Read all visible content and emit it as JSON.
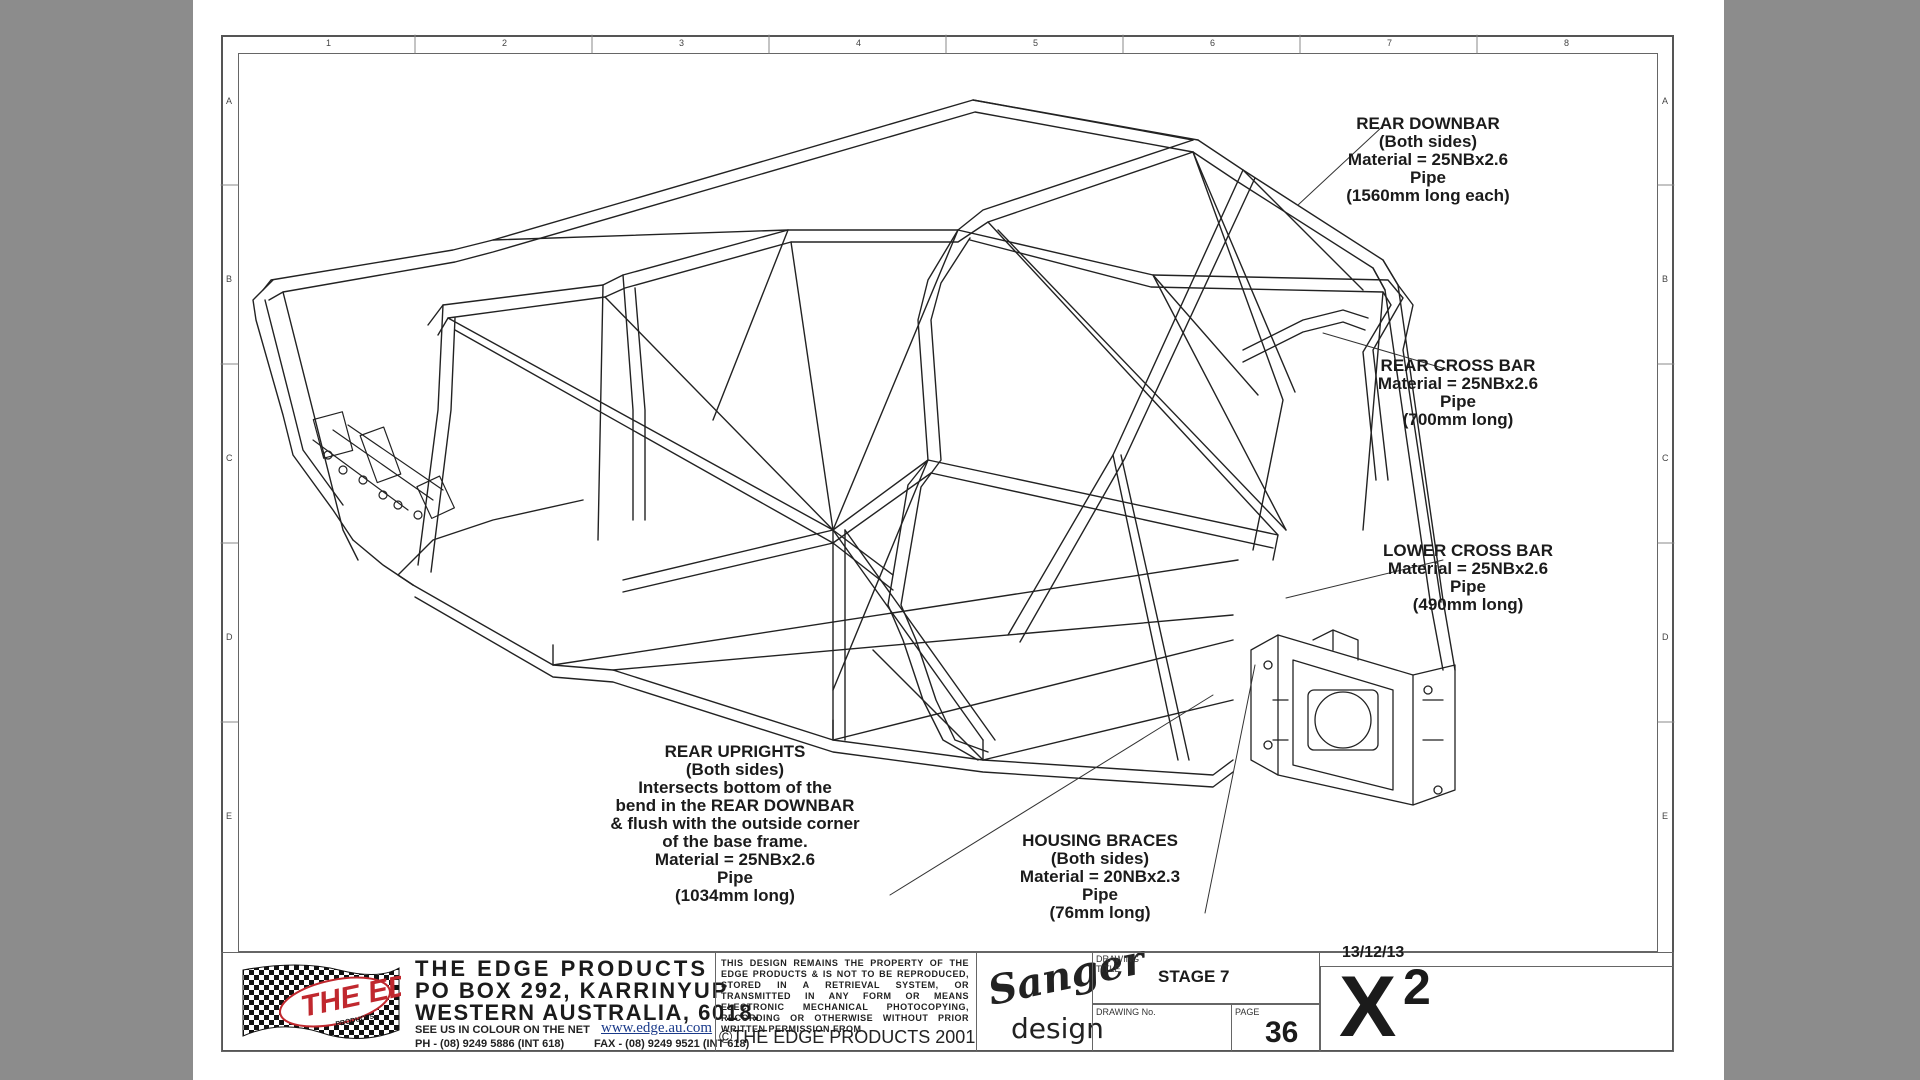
{
  "callouts": {
    "rear_downbar": [
      "REAR DOWNBAR",
      "(Both sides)",
      "Material = 25NBx2.6",
      "Pipe",
      "(1560mm long each)"
    ],
    "rear_cross_bar": [
      "REAR CROSS BAR",
      "Material = 25NBx2.6",
      "Pipe",
      "(700mm long)"
    ],
    "lower_cross_bar": [
      "LOWER CROSS BAR",
      "Material = 25NBx2.6",
      "Pipe",
      "(490mm long)"
    ],
    "rear_uprights": [
      "REAR UPRIGHTS",
      "(Both sides)",
      "Intersects bottom of the",
      "bend in the REAR DOWNBAR",
      "& flush with the outside corner",
      "of the base frame.",
      "Material = 25NBx2.6",
      "Pipe",
      "(1034mm long)"
    ],
    "housing_braces": [
      "HOUSING BRACES",
      "(Both sides)",
      "Material = 20NBx2.3",
      "Pipe",
      "(76mm long)"
    ]
  },
  "ruler": {
    "columns": [
      "1",
      "2",
      "3",
      "4",
      "5",
      "6",
      "7",
      "8"
    ],
    "rows": [
      "A",
      "B",
      "C",
      "D",
      "E"
    ]
  },
  "title_block": {
    "logo_text": "THE EDGE",
    "logo_sub": "PRODUCTS",
    "company_name": "THE EDGE PRODUCTS",
    "address_1": "PO BOX 292, KARRINYUP",
    "address_2": "WESTERN AUSTRALIA, 6018.",
    "see_us": "SEE US IN COLOUR ON THE NET",
    "website": "www.edge.au.com",
    "phone": "PH - (08) 9249 5886 (INT 618)",
    "fax": "FAX - (08) 9249 9521 (INT 618)",
    "legal": "THIS DESIGN REMAINS THE PROPERTY OF THE EDGE PRODUCTS & IS NOT TO BE REPRODUCED, STORED IN A RETRIEVAL SYSTEM, OR TRANSMITTED IN ANY FORM OR MEANS ELECTRONIC MECHANICAL PHOTOCOPYING, RECORDING OR OTHERWISE WITHOUT PRIOR WRITTEN PERMISSION FROM",
    "copyright": "©THE EDGE PRODUCTS 2001",
    "sanger": "Sanger",
    "design": "design",
    "drawing_title_label": "DRAWING TITLE",
    "drawing_title": "STAGE 7",
    "drawing_no_label": "DRAWING No.",
    "page_label": "PAGE",
    "page_number": "36",
    "date": "13/12/13",
    "model": "X",
    "model_sup": "2"
  }
}
